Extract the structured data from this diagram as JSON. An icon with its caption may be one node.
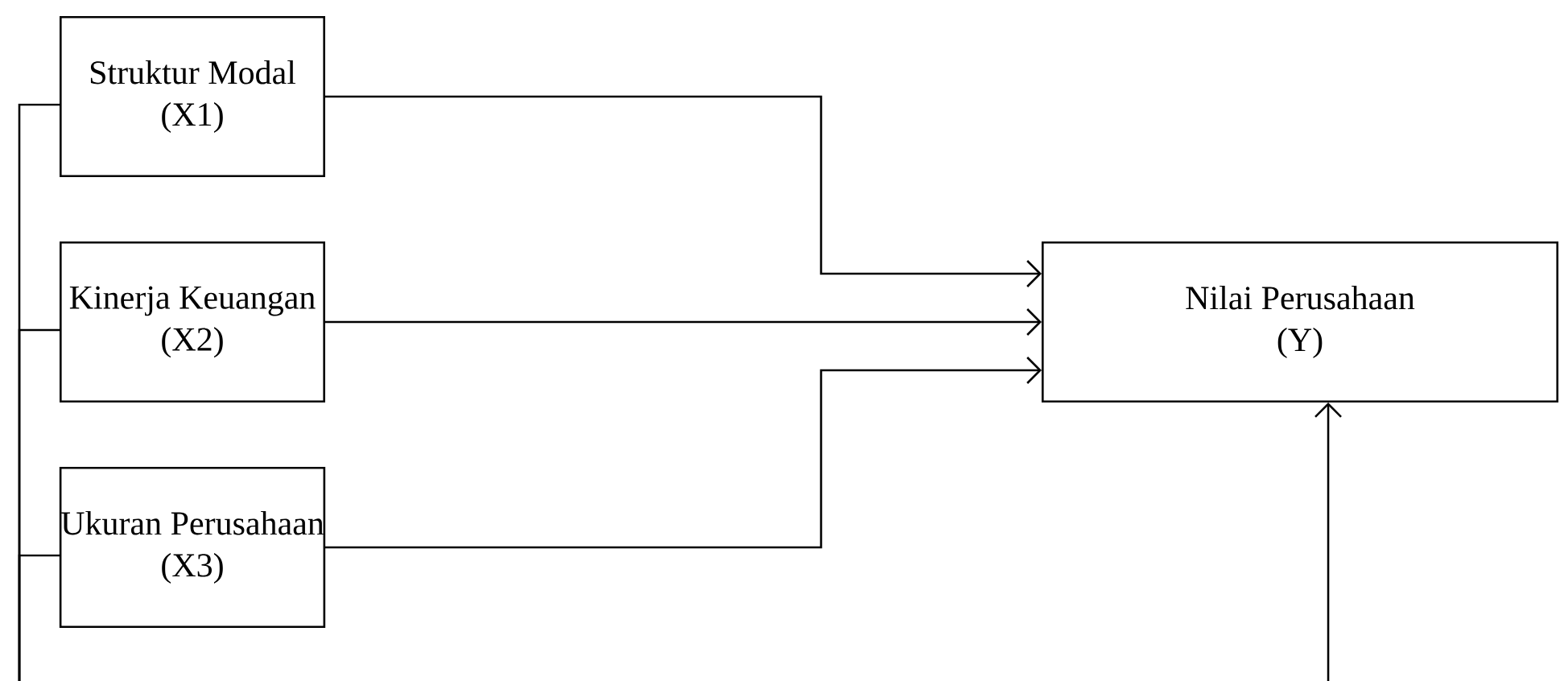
{
  "diagram": {
    "nodes": [
      {
        "text": [
          "Struktur Modal",
          "(X1)"
        ]
      },
      {
        "text": [
          "Kinerja Keuangan",
          "(X2)"
        ]
      },
      {
        "text": [
          "Ukuran Perusahaan",
          "(X3)"
        ]
      },
      {
        "text": [
          "Nilai Perusahaan",
          "(Y)"
        ]
      }
    ],
    "edges": [
      {
        "from": 0,
        "to": 3,
        "arrow": "to"
      },
      {
        "from": 1,
        "to": 3,
        "arrow": "to"
      },
      {
        "from": 2,
        "to": 3,
        "arrow": "to"
      },
      {
        "from": null,
        "to": 3,
        "arrow": "to"
      },
      {
        "from": null,
        "to": 0,
        "arrow": "none"
      },
      {
        "from": null,
        "to": 1,
        "arrow": "none"
      },
      {
        "from": null,
        "to": 2,
        "arrow": "none"
      }
    ]
  }
}
